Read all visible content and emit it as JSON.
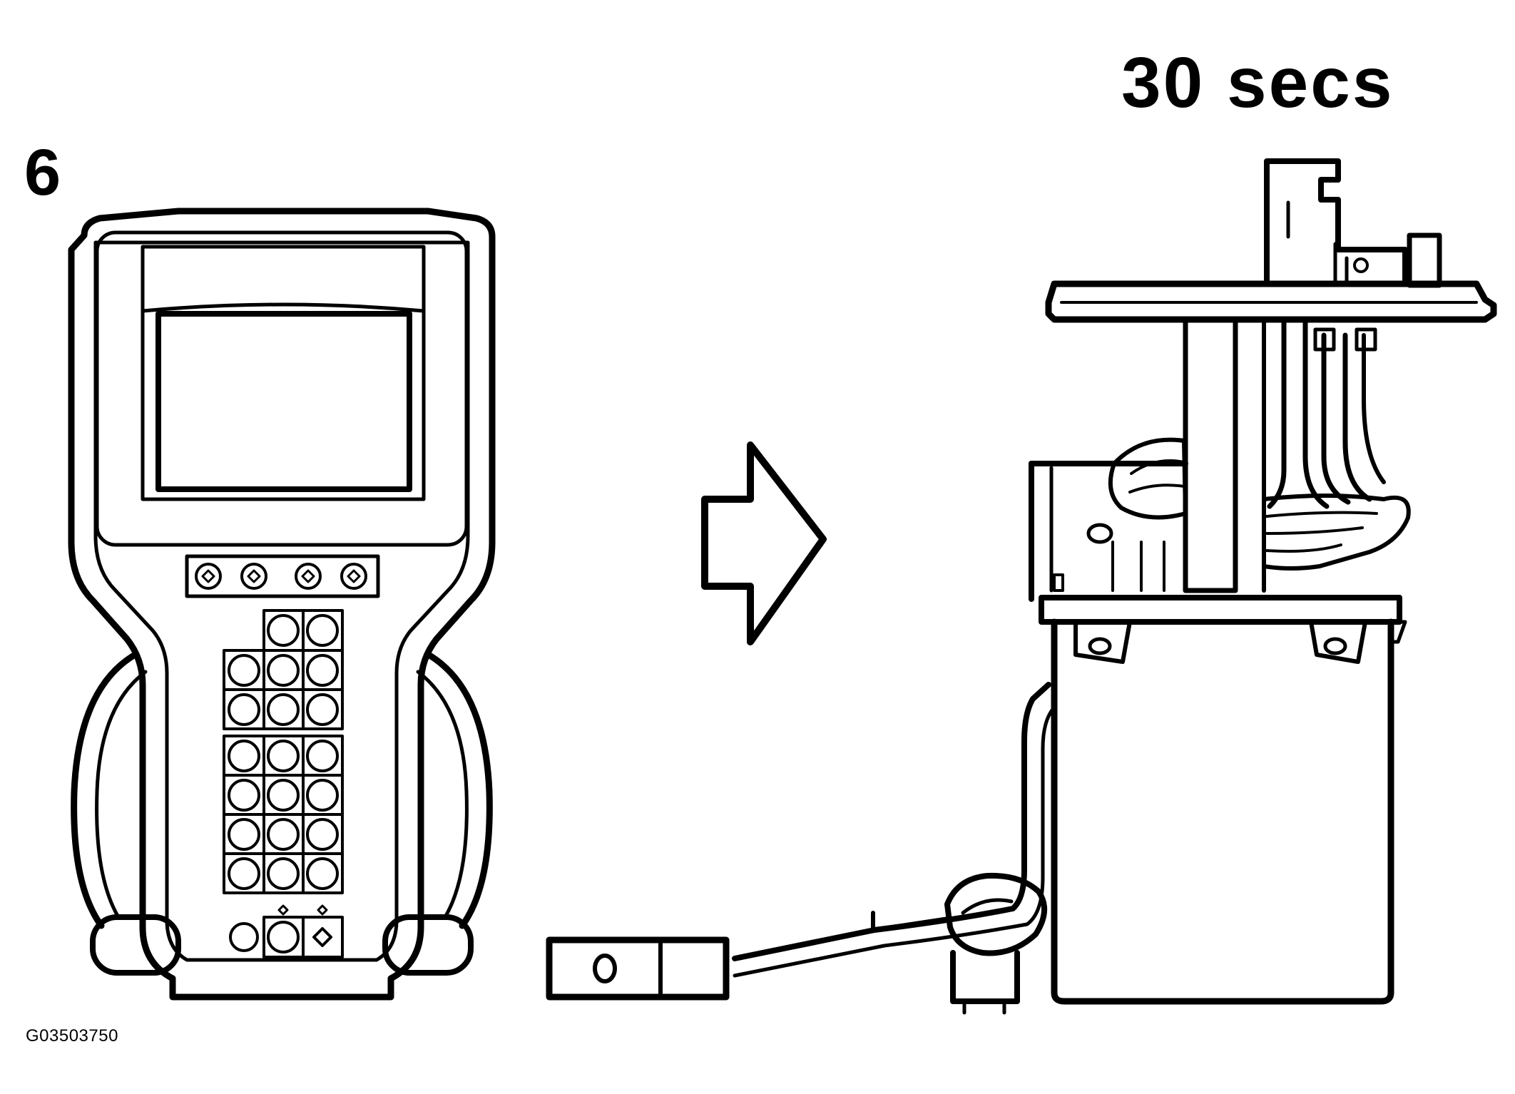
{
  "step_number": "6",
  "duration_label": "30 secs",
  "figure_id": "G03503750",
  "illustration": {
    "left": "scan-tool-icon",
    "middle": "arrow-right-icon",
    "right": "fuel-pump-module-icon"
  },
  "colors": {
    "ink": "#000000",
    "paper": "#ffffff"
  }
}
